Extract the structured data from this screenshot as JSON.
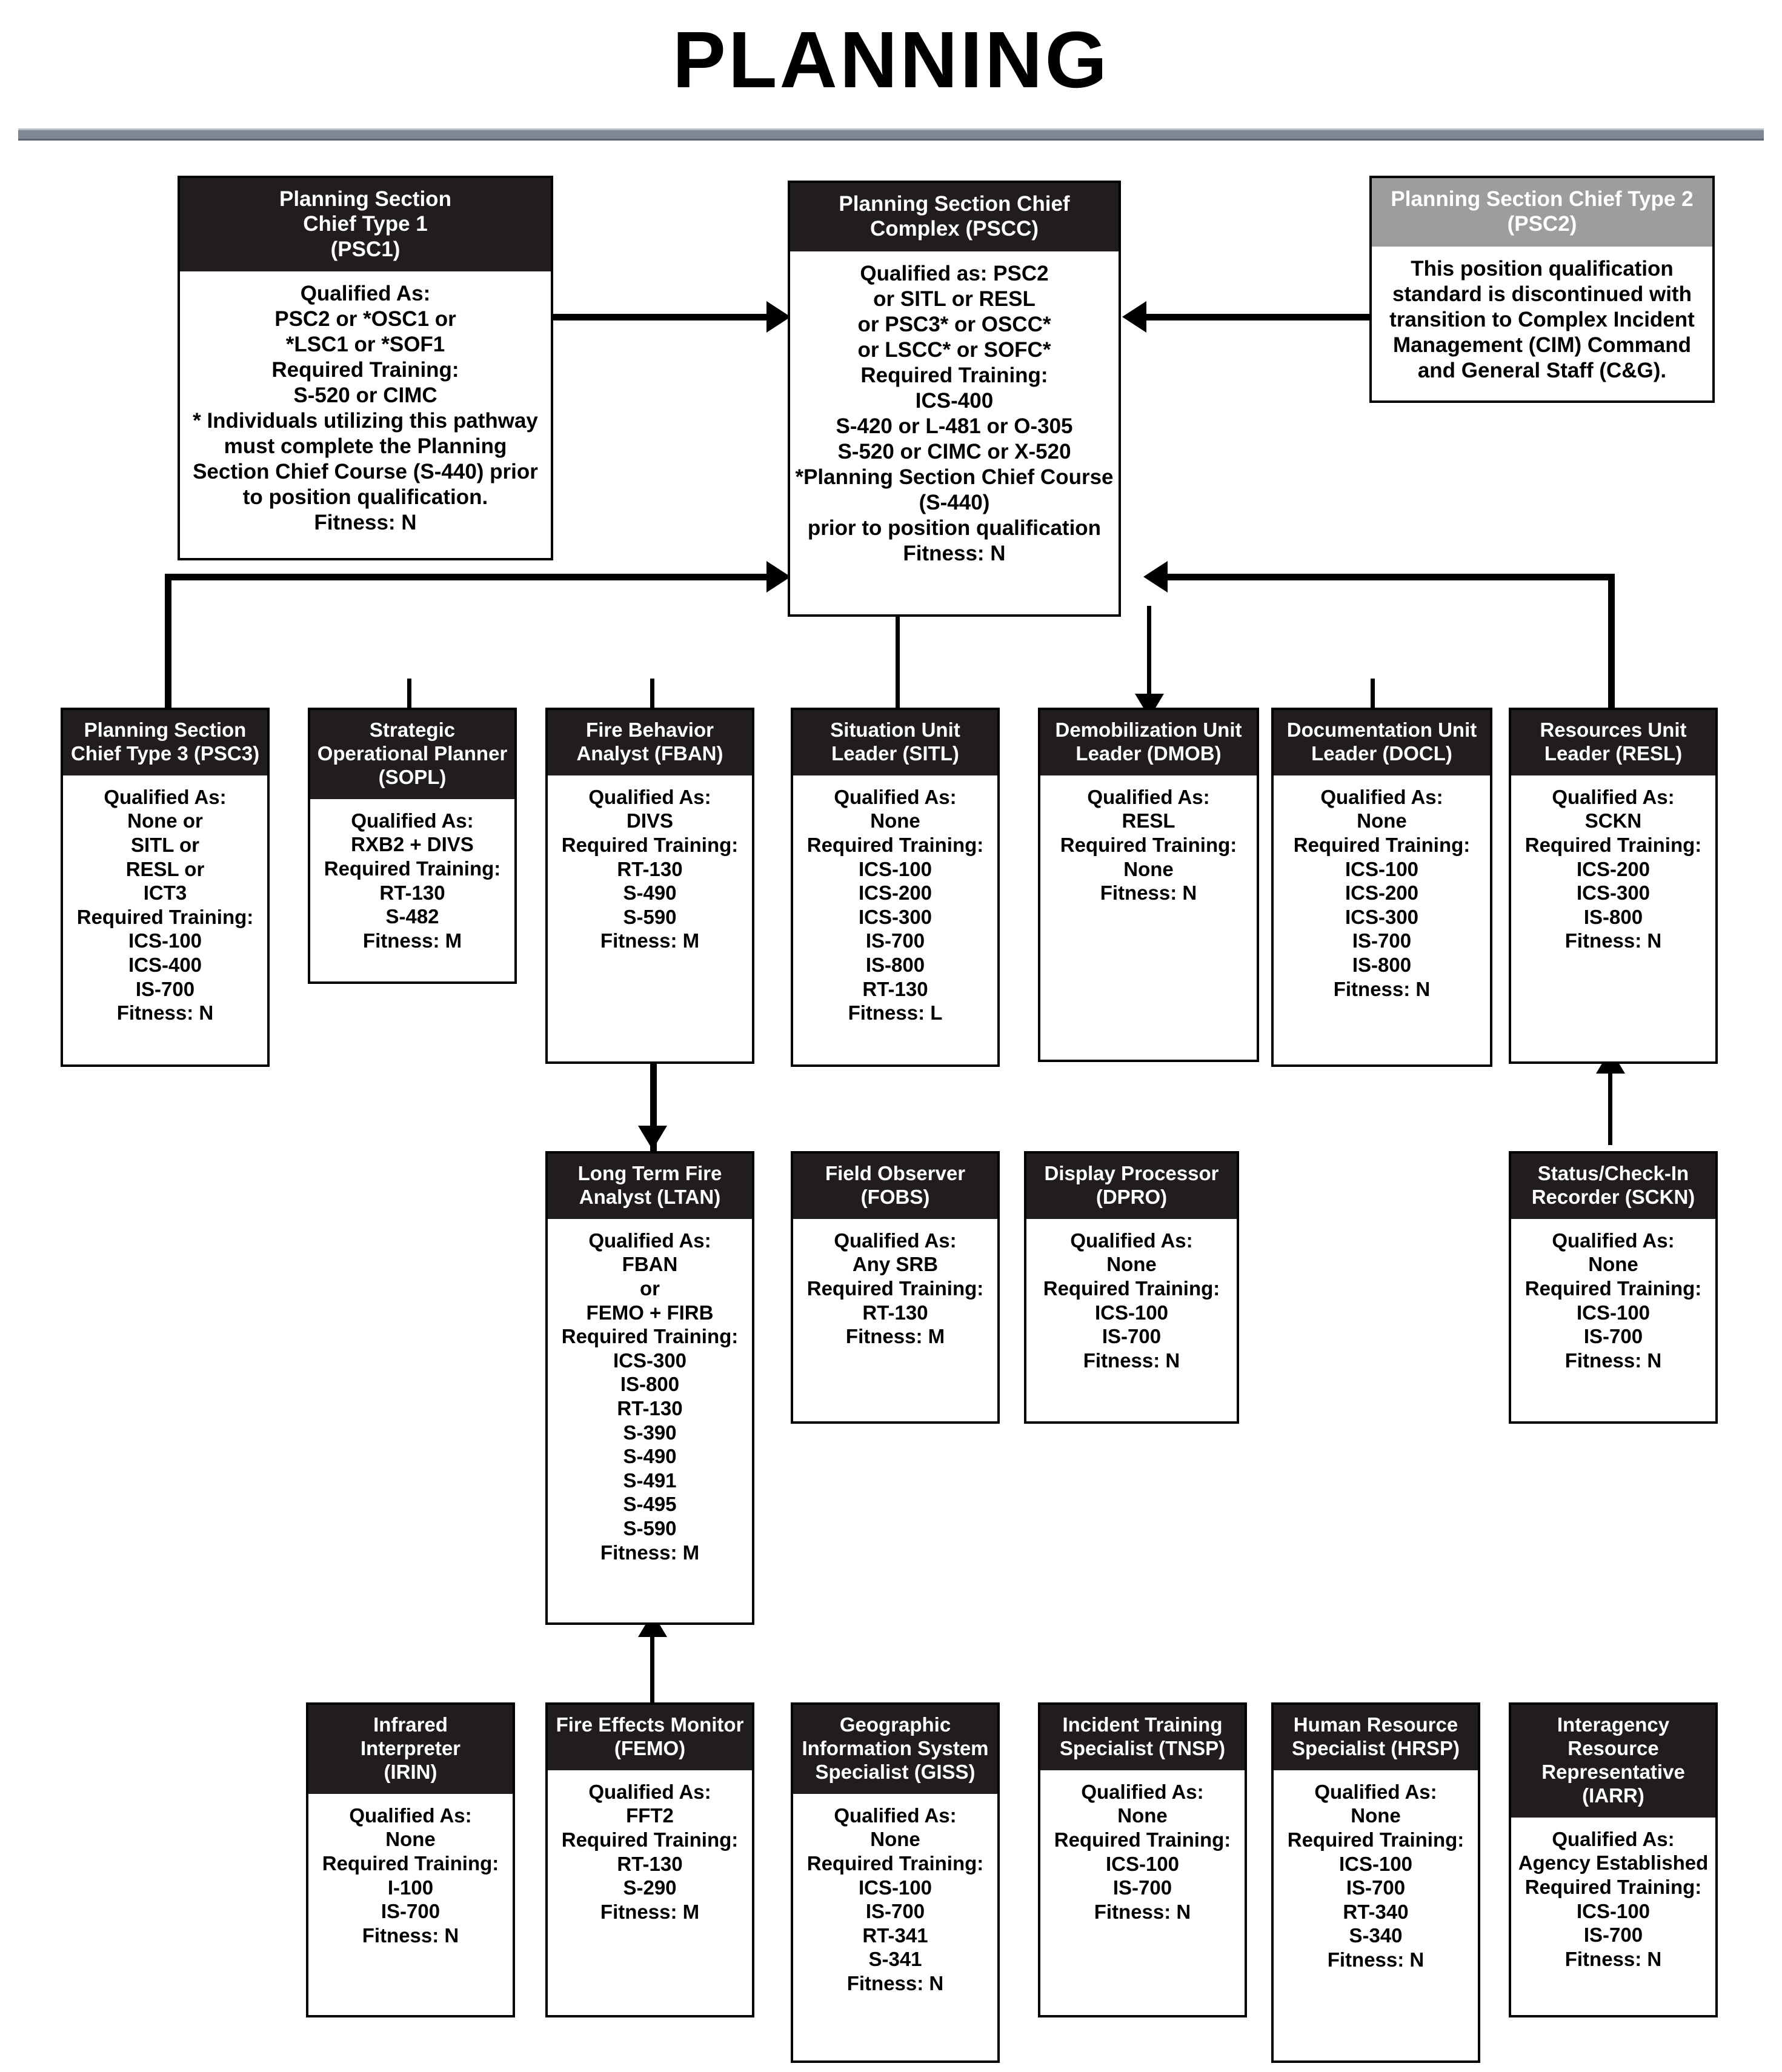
{
  "page": {
    "title": "PLANNING"
  },
  "nodes": {
    "psc1": {
      "header": "Planning Section\nChief Type 1\n(PSC1)",
      "body": "Qualified As:\nPSC2 or *OSC1 or\n*LSC1 or *SOF1\nRequired Training:\nS-520 or CIMC\n* Individuals utilizing this pathway\nmust complete the Planning\nSection Chief Course (S-440) prior\nto position qualification.\nFitness: N"
    },
    "pscc": {
      "header": "Planning Section Chief\nComplex (PSCC)",
      "body": "Qualified as: PSC2\nor SITL or RESL\nor PSC3* or OSCC*\nor LSCC* or SOFC*\nRequired Training:\nICS-400\nS-420 or L-481 or O-305\nS-520 or CIMC or X-520\n*Planning Section Chief Course (S-440)\nprior to position qualification\nFitness: N"
    },
    "psc2": {
      "header": "Planning Section Chief Type 2\n(PSC2)",
      "body": "This position qualification\nstandard is discontinued with\ntransition to Complex Incident\nManagement (CIM) Command\nand General Staff (C&G)."
    },
    "psc3": {
      "header": "Planning Section\nChief Type 3 (PSC3)",
      "body": "Qualified As:\nNone  or\nSITL or\nRESL or\nICT3\nRequired Training:\nICS-100\nICS-400\nIS-700\nFitness: N"
    },
    "sopl": {
      "header": "Strategic\nOperational Planner\n(SOPL)",
      "body": "Qualified As:\nRXB2 + DIVS\nRequired Training:\nRT-130\nS-482\nFitness: M"
    },
    "fban": {
      "header": "Fire Behavior\nAnalyst (FBAN)",
      "body": "Qualified As:\nDIVS\nRequired Training:\nRT-130\nS-490\nS-590\nFitness: M"
    },
    "sitl": {
      "header": "Situation Unit\nLeader (SITL)",
      "body": "Qualified As:\nNone\nRequired Training:\nICS-100\nICS-200\nICS-300\nIS-700\nIS-800\nRT-130\nFitness: L"
    },
    "dmob": {
      "header": "Demobilization Unit\nLeader (DMOB)",
      "body": "Qualified As:\nRESL\nRequired Training:\nNone\nFitness: N"
    },
    "docl": {
      "header": "Documentation Unit\nLeader (DOCL)",
      "body": "Qualified As:\nNone\nRequired Training:\nICS-100\nICS-200\nICS-300\nIS-700\nIS-800\nFitness: N"
    },
    "resl": {
      "header": "Resources Unit\nLeader (RESL)",
      "body": "Qualified As:\nSCKN\nRequired Training:\nICS-200\nICS-300\nIS-800\nFitness: N"
    },
    "ltan": {
      "header": "Long Term Fire\nAnalyst (LTAN)",
      "body": "Qualified As:\nFBAN\nor\nFEMO + FIRB\nRequired Training:\nICS-300\nIS-800\nRT-130\nS-390\nS-490\nS-491\nS-495\nS-590\nFitness: M"
    },
    "fobs": {
      "header": "Field Observer\n(FOBS)",
      "body": "Qualified As:\nAny SRB\nRequired Training:\nRT-130\nFitness: M"
    },
    "dpro": {
      "header": "Display Processor\n(DPRO)",
      "body": "Qualified As:\nNone\nRequired Training:\nICS-100\nIS-700\nFitness: N"
    },
    "sckn": {
      "header": "Status/Check-In\nRecorder (SCKN)",
      "body": "Qualified As:\nNone\nRequired Training:\nICS-100\nIS-700\nFitness: N"
    },
    "irin": {
      "header": "Infrared\nInterpreter\n(IRIN)",
      "body": "Qualified As:\nNone\nRequired Training:\nI-100\nIS-700\nFitness: N"
    },
    "femo": {
      "header": "Fire Effects Monitor\n(FEMO)",
      "body": "Qualified As:\nFFT2\nRequired Training:\nRT-130\nS-290\nFitness: M"
    },
    "giss": {
      "header": "Geographic\nInformation System\nSpecialist (GISS)",
      "body": "Qualified As:\nNone\nRequired Training:\nICS-100\nIS-700\nRT-341\nS-341\nFitness: N"
    },
    "tnsp": {
      "header": "Incident Training\nSpecialist (TNSP)",
      "body": "Qualified As:\nNone\nRequired Training:\nICS-100\nIS-700\nFitness: N"
    },
    "hrsp": {
      "header": "Human Resource\nSpecialist (HRSP)",
      "body": "Qualified As:\nNone\nRequired Training:\nICS-100\nIS-700\nRT-340\nS-340\nFitness: N"
    },
    "iarr": {
      "header": "Interagency\nResource\nRepresentative\n(IARR)",
      "body": "Qualified As:\nAgency Established\nRequired Training:\nICS-100\nIS-700\nFitness: N"
    }
  },
  "colors": {
    "header_dark": "#211d1d",
    "header_gray": "#9d9d9d",
    "rule_bar": "#808792",
    "line": "#000000",
    "box_bg": "#ffffff"
  }
}
